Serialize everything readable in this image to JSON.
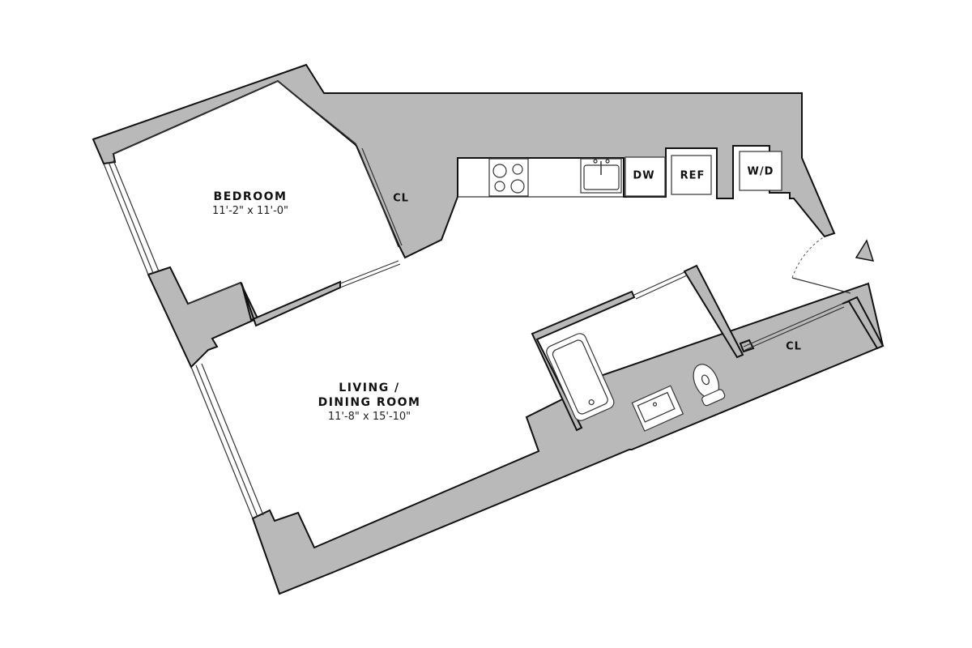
{
  "plan": {
    "colors": {
      "wall_fill": "#b9b9b9",
      "wall_stroke": "#111111",
      "background": "#ffffff"
    },
    "rooms": [
      {
        "name": "BEDROOM",
        "dimensions": "11'-2\" x 11'-0\""
      },
      {
        "name_line1": "LIVING /",
        "name_line2": "DINING ROOM",
        "dimensions": "11'-8\" x 15'-10\""
      }
    ],
    "closets": [
      {
        "label": "CL"
      },
      {
        "label": "CL"
      }
    ],
    "appliances": {
      "dishwasher": "DW",
      "refrigerator": "REF",
      "washer_dryer": "W/D"
    },
    "icons": [
      "stove-icon",
      "kitchen-sink-icon",
      "bathtub-icon",
      "bath-sink-icon",
      "toilet-icon",
      "entry-arrow-icon",
      "door-swing-icon"
    ]
  }
}
